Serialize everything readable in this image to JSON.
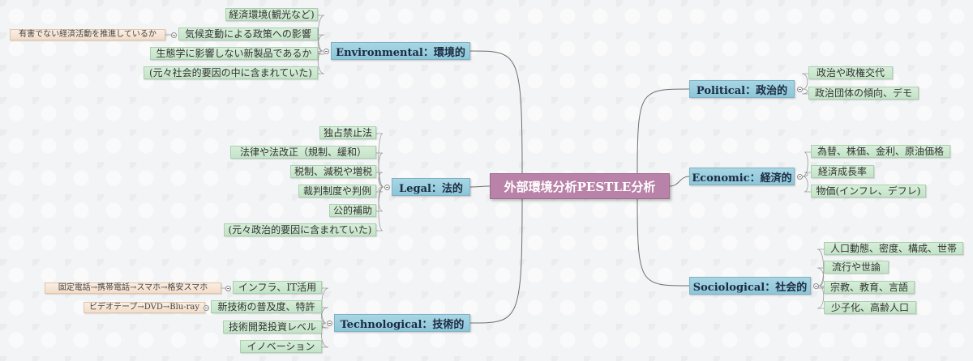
{
  "center": "外部環境分析PESTLE分析",
  "branches": [
    {
      "id": "environmental",
      "label": "Environmental：環境的",
      "children": [
        {
          "label": "経済環境(観光など)"
        },
        {
          "label": "気候変動による政策への影響",
          "sub": "有害でない経済活動を推進しているか"
        },
        {
          "label": "生態学に影響しない新製品であるか"
        },
        {
          "label": "(元々社会的要因の中に含まれていた)"
        }
      ]
    },
    {
      "id": "legal",
      "label": "Legal：法的",
      "children": [
        {
          "label": "独占禁止法"
        },
        {
          "label": "法律や法改正（規制、緩和）"
        },
        {
          "label": "税制、減税や増税"
        },
        {
          "label": "裁判制度や判例"
        },
        {
          "label": "公的補助"
        },
        {
          "label": "(元々政治的要因に含まれていた)"
        }
      ]
    },
    {
      "id": "technological",
      "label": "Technological：技術的",
      "children": [
        {
          "label": "インフラ、IT活用",
          "sub": "固定電話→携帯電話→スマホ→格安スマホ"
        },
        {
          "label": "新技術の普及度、特許",
          "sub": "ビデオテープ→DVD→Blu-ray"
        },
        {
          "label": "技術開発投資レベル"
        },
        {
          "label": "イノベーション"
        }
      ]
    },
    {
      "id": "political",
      "label": "Political：政治的",
      "children": [
        {
          "label": "政治や政権交代"
        },
        {
          "label": "政治団体の傾向、デモ"
        }
      ]
    },
    {
      "id": "economic",
      "label": "Economic：経済的",
      "children": [
        {
          "label": "為替、株価、金利、原油価格"
        },
        {
          "label": "経済成長率"
        },
        {
          "label": "物価(インフレ、デフレ)"
        }
      ]
    },
    {
      "id": "sociological",
      "label": "Sociological：社会的",
      "children": [
        {
          "label": "人口動態、密度、構成、世帯"
        },
        {
          "label": "流行や世論"
        },
        {
          "label": "宗教、教育、言語"
        },
        {
          "label": "少子化、高齢人口"
        }
      ]
    }
  ]
}
